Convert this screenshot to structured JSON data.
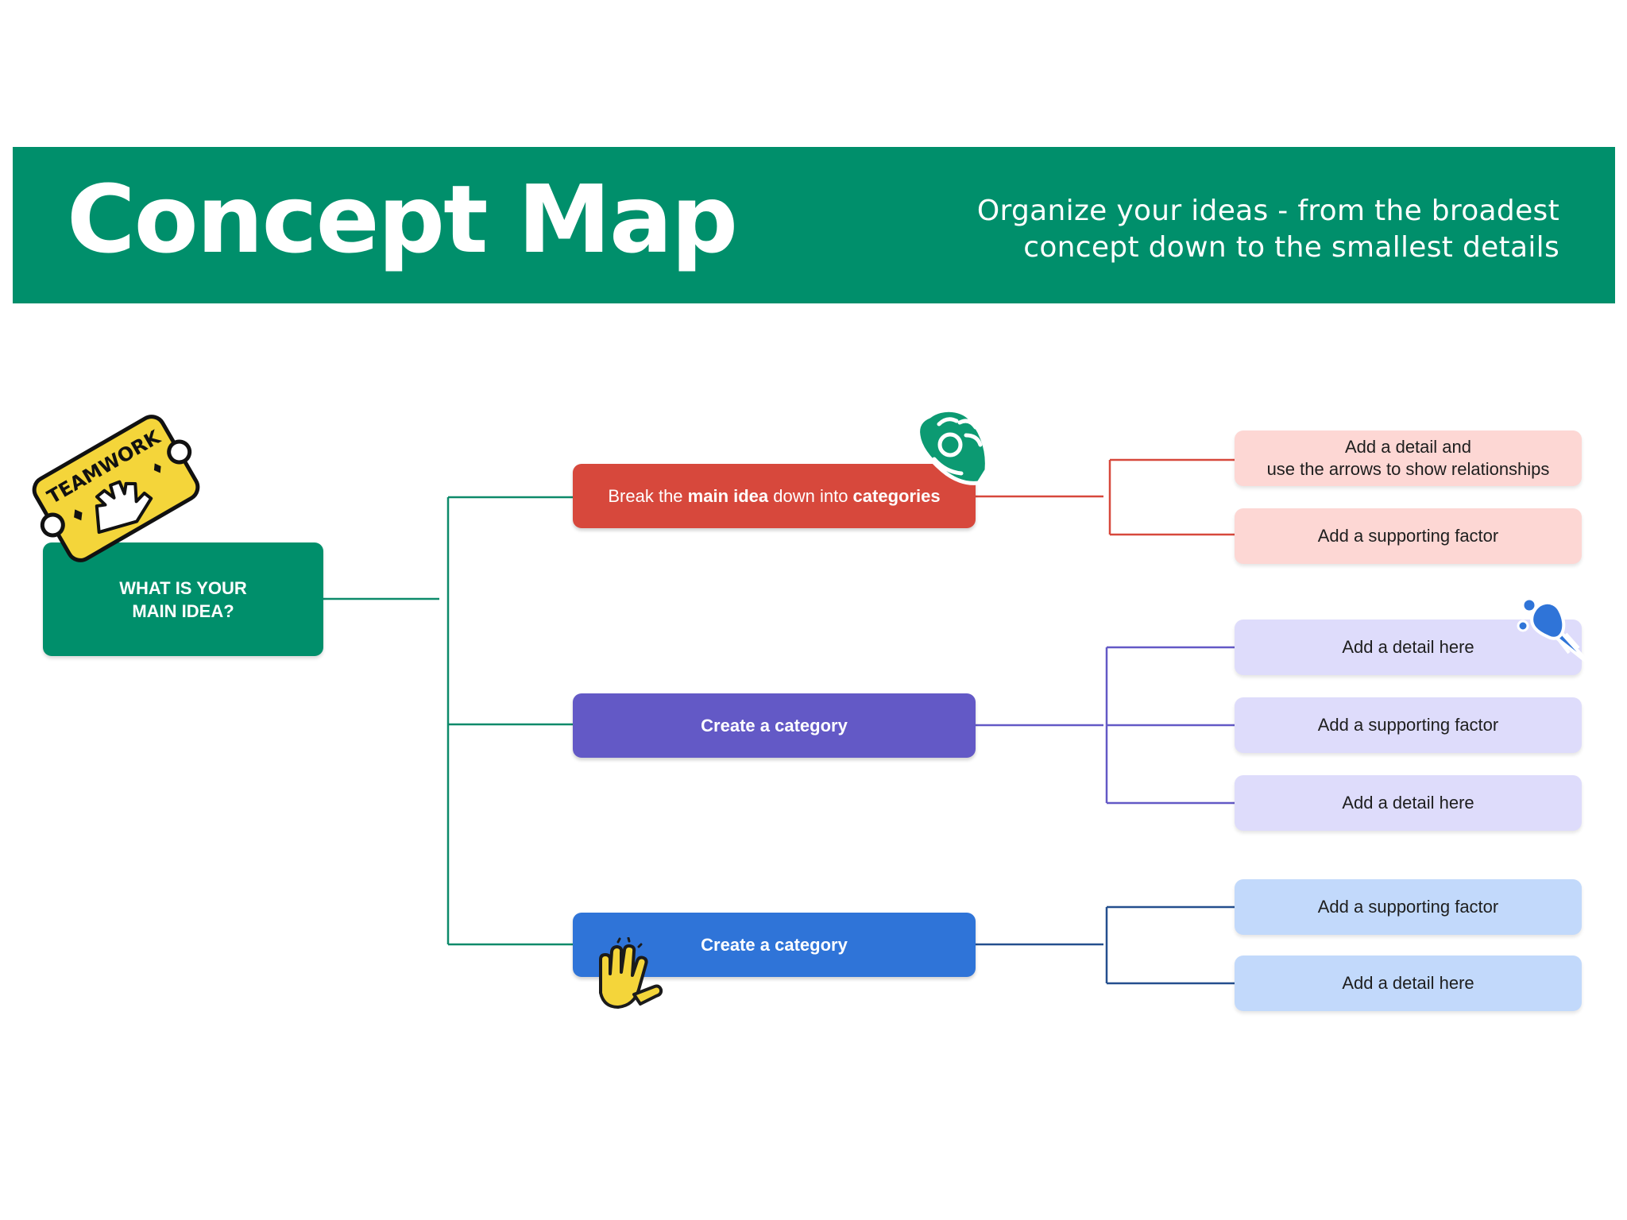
{
  "header": {
    "title": "Concept Map",
    "subtitle_line1": "Organize your ideas - from the broadest",
    "subtitle_line2": "concept down to the smallest details"
  },
  "main_node": {
    "line1": "WHAT IS YOUR",
    "line2": "MAIN IDEA?"
  },
  "categories": [
    {
      "pre": "Break the ",
      "bold1": "main idea",
      "mid": " down into ",
      "bold2": "categories",
      "details": [
        {
          "line1": "Add a detail and",
          "line2": "use the arrows to show relationships"
        },
        {
          "text": "Add a supporting factor"
        }
      ]
    },
    {
      "label": "Create a category",
      "details": [
        {
          "text": "Add a detail here"
        },
        {
          "text": "Add a supporting factor"
        },
        {
          "text": "Add a detail here"
        }
      ]
    },
    {
      "label": "Create a category",
      "details": [
        {
          "text": "Add a supporting factor"
        },
        {
          "text": "Add a detail here"
        }
      ]
    }
  ],
  "stickers": {
    "teamwork_badge_text": "TEAMWORK",
    "teamwork_badge": "teamwork-badge-icon",
    "ok_hand": "ok-hand-icon",
    "party_popper": "party-popper-icon",
    "high_five": "high-five-icon"
  },
  "colors": {
    "brand_green": "#008f6b",
    "red": "#d7483c",
    "purple": "#6359c6",
    "blue": "#2f74d8",
    "pink_detail": "#fdd7d4",
    "lavender_detail": "#dedcfb",
    "sky_detail": "#c2d9fb"
  }
}
